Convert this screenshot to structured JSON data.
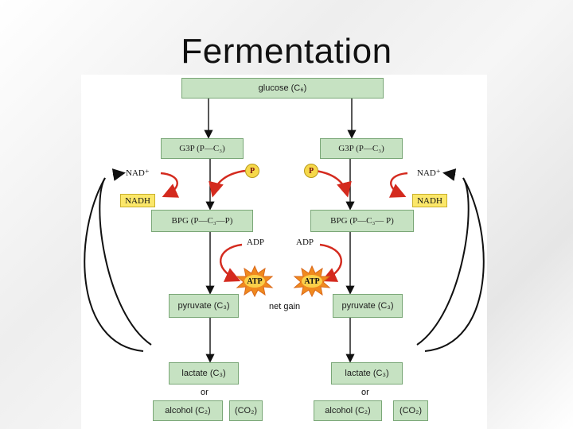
{
  "slide": {
    "title": "Fermentation"
  },
  "diagram": {
    "glucose": "glucose   (C₆)",
    "left": {
      "g3p": "G3P   (P—C₃)",
      "nad_plus": "NAD⁺",
      "nadh": "NADH",
      "p": "P",
      "bpg": "BPG   (P—C₃—P)",
      "adp": "ADP",
      "atp": "ATP",
      "pyruvate": "pyruvate   (C₃)",
      "lactate": "lactate   (C₃)",
      "or": "or",
      "alcohol": "alcohol  (C₂)",
      "co2": "(CO₂)"
    },
    "right": {
      "g3p": "G3P   (P—C₃)",
      "nad_plus": "NAD⁺",
      "nadh": "NADH",
      "p": "P",
      "bpg": "BPG   (P—C₃— P)",
      "adp": "ADP",
      "atp": "ATP",
      "pyruvate": "pyruvate   (C₃)",
      "lactate": "lactate   (C₃)",
      "or": "or",
      "alcohol": "alcohol  (C₂)",
      "co2": "(CO₂)"
    },
    "net_gain": "net gain",
    "colors": {
      "box_fill": "#c6e2c2",
      "nadh_fill": "#fbe76a",
      "red_arrow": "#d42a1e",
      "atp_burst": "#f08a1e"
    }
  }
}
